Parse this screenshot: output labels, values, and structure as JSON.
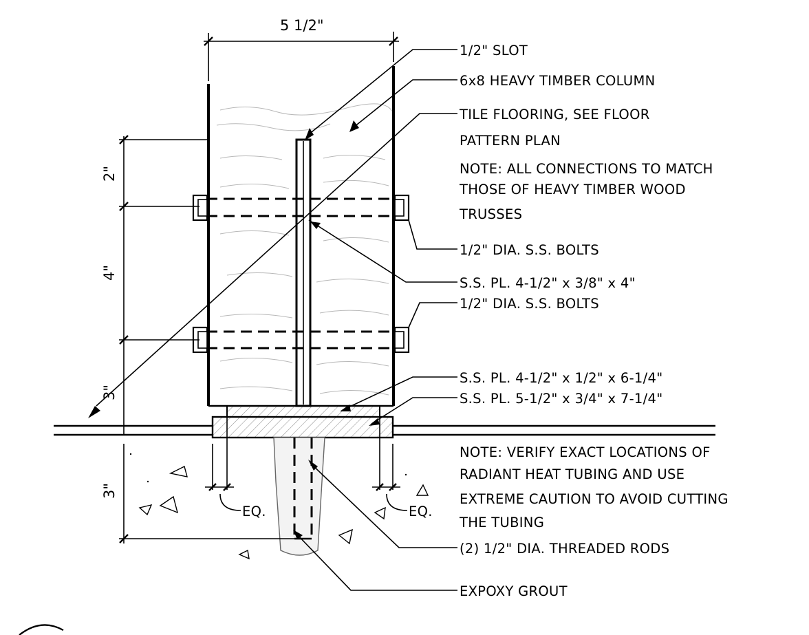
{
  "dimensions": {
    "width_label": "5 1/2\"",
    "dim_2": "2\"",
    "dim_4": "4\"",
    "dim_3_top": "3\"",
    "dim_3_bottom": "3\"",
    "eq_left": "EQ.",
    "eq_right": "EQ."
  },
  "notes": {
    "slot": "1/2\" SLOT",
    "column": "6x8 HEAVY TIMBER COLUMN",
    "tile_line1": "TILE FLOORING, SEE FLOOR",
    "tile_line2": "PATTERN PLAN",
    "conn_line1": "NOTE:  ALL CONNECTIONS TO MATCH",
    "conn_line2": "THOSE OF HEAVY TIMBER WOOD",
    "conn_line3": "TRUSSES",
    "bolts_upper": "1/2\" DIA. S.S. BOLTS",
    "plate_vertical": "S.S. PL. 4-1/2\" x 3/8\" x 4\"",
    "bolts_lower": "1/2\" DIA. S.S. BOLTS",
    "plate_upper_base": "S.S. PL. 4-1/2\" x 1/2\" x 6-1/4\"",
    "plate_lower_base": "S.S. PL. 5-1/2\" x 3/4\" x 7-1/4\"",
    "verify_line1": "NOTE:  VERIFY EXACT LOCATIONS OF",
    "verify_line2": "RADIANT HEAT TUBING AND USE",
    "verify_line3": "EXTREME CAUTION TO AVOID CUTTING",
    "verify_line4": "THE TUBING",
    "rods": "(2) 1/2\" DIA. THREADED RODS",
    "grout": "EXPOXY GROUT"
  }
}
